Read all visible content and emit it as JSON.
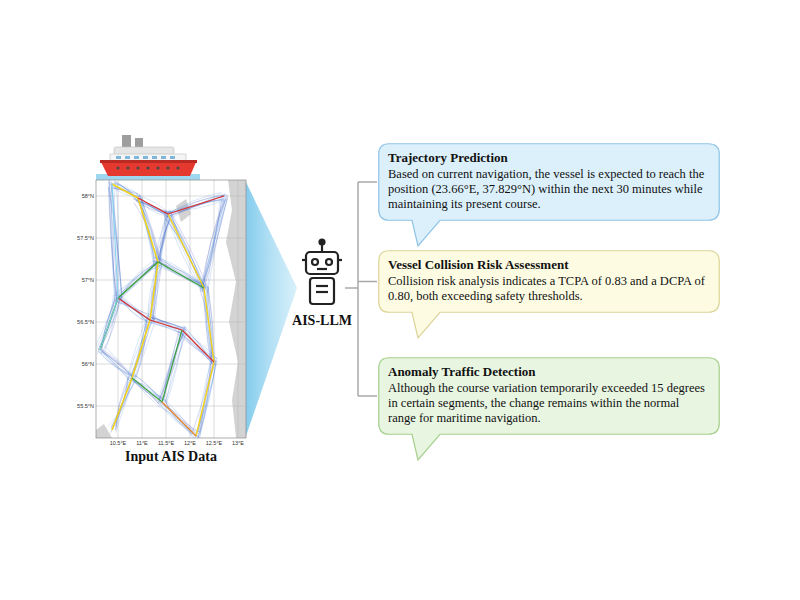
{
  "diagram": {
    "nodes": [
      {
        "text": [
          "Trajectory Prediction",
          "Based on current navigation, the vessel is expected to reach the position (23.66°E, 37.829°N) within the next 30 minutes while maintaining its present course."
        ]
      },
      {
        "text": [
          "Vessel Collision Risk Assessment",
          "Collision risk analysis indicates a TCPA of 0.83 and a DCPA of 0.80, both exceeding safety thresholds."
        ]
      },
      {
        "text": [
          "Anomaly Traffic Detection",
          "Although the course variation temporarily exceeded 15 degrees in certain segments, the change remains within the normal range for maritime navigation."
        ]
      }
    ],
    "labels": [
      "58°N",
      "57.5°N",
      "57°N",
      "56.5°N",
      "56°N",
      "55.5°N",
      "10.5°E",
      "11°E",
      "11.5°E",
      "12°E",
      "12.5°E",
      "13°E",
      "AIS-LLM",
      "Input AIS Data"
    ]
  }
}
